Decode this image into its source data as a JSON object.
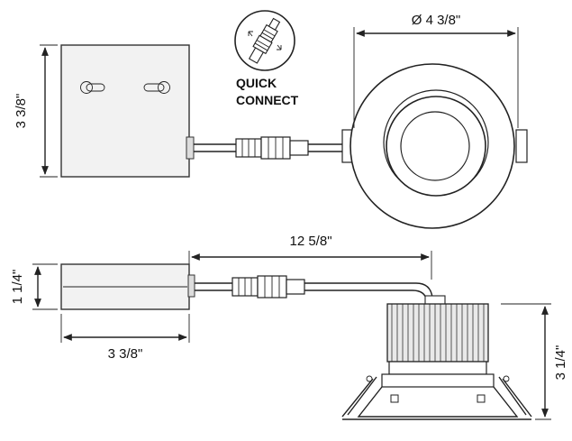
{
  "dimensions": {
    "driver_top_height": "3 3/8\"",
    "fixture_diameter": "Ø 4 3/8\"",
    "overall_length": "12 5/8\"",
    "driver_side_height": "1 1/4\"",
    "driver_side_width": "3 3/8\"",
    "fixture_height": "3 1/4\""
  },
  "labels": {
    "connector_line1": "QUICK",
    "connector_line2": "CONNECT"
  },
  "colors": {
    "line": "#222222",
    "fill": "#f2f2f2",
    "background": "#ffffff"
  },
  "icons": [
    "quick-connect-icon",
    "keyhole-slot-icon"
  ]
}
